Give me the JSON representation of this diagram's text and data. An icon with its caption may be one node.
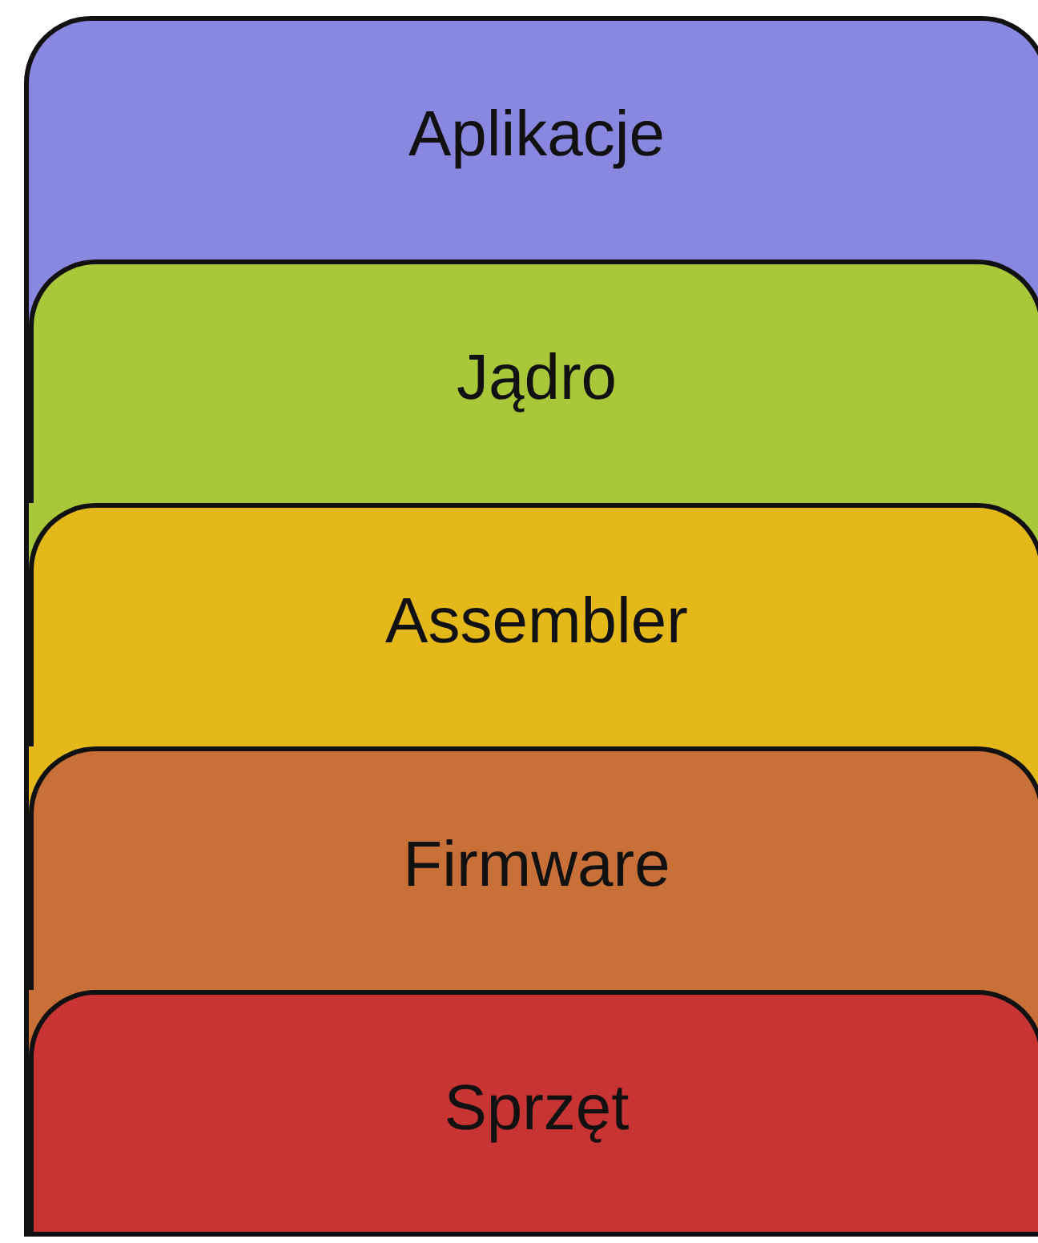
{
  "diagram": {
    "nodes": [
      {
        "text": [
          "Aplikacje"
        ]
      },
      {
        "text": [
          "Jądro"
        ]
      },
      {
        "text": [
          "Assembler"
        ]
      },
      {
        "text": [
          "Firmware"
        ]
      },
      {
        "text": [
          "Sprzęt"
        ]
      }
    ]
  }
}
